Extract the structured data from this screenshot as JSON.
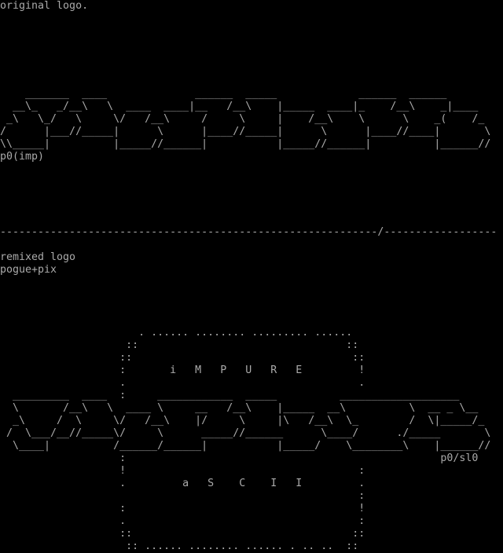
{
  "original": {
    "label": "original logo.",
    "logo": [
      "    _______  ____              ______  _____             ______  ______",
      "  __\\_   _/__\\   \\  ____  ____|__   /__\\    |_____  ____|_    /__\\    _|____",
      " _\\   \\_/   \\     \\/   /__\\     /     \\     |    /__\\    \\      \\    _(    /_",
      "/      |___//_____|      \\      |____//_____|      \\      |____//____|       \\",
      "\\\\_____|          |_____//______|           |_____//______|          |______//"
    ],
    "credit": "p0(imp)"
  },
  "divider": "------------------------------------------------------------/------------------",
  "remixed": {
    "label": "remixed logo",
    "credit_top": "pogue+pix",
    "art": [
      "                      . ...... ........ ......... ......",
      "                    ::                                 ::",
      "                   ::                                   ::",
      "                   :       i   M   P   U   R   E         !",
      "                   .                                     .",
      "  _________  ____  :     ____________  _____          ___________________",
      "  \\       /__\\   \\  ____ \\     __   /__\\    |_____  __\\          \\  __ _ \\__",
      "  _\\     /  \\     \\/   /__\\    |/     \\     |\\   /__\\  \\_        /  \\|_____/_",
      " /  \\___/__//_____\\/     \\      _____//______      \\____/      ./_____       \\",
      "  \\____|          /______/______|           |_____/    \\________\\    |______//",
      "                   :                                                  p0/sl0",
      "                   !                                     :",
      "                   .         a   S    C    I   I         .",
      "                                                         :",
      "                   :                                     !",
      "                   .                                     :",
      "                   ::                                   ::",
      "                    :: ...... ........ ...... . .. ..  ::"
    ]
  }
}
